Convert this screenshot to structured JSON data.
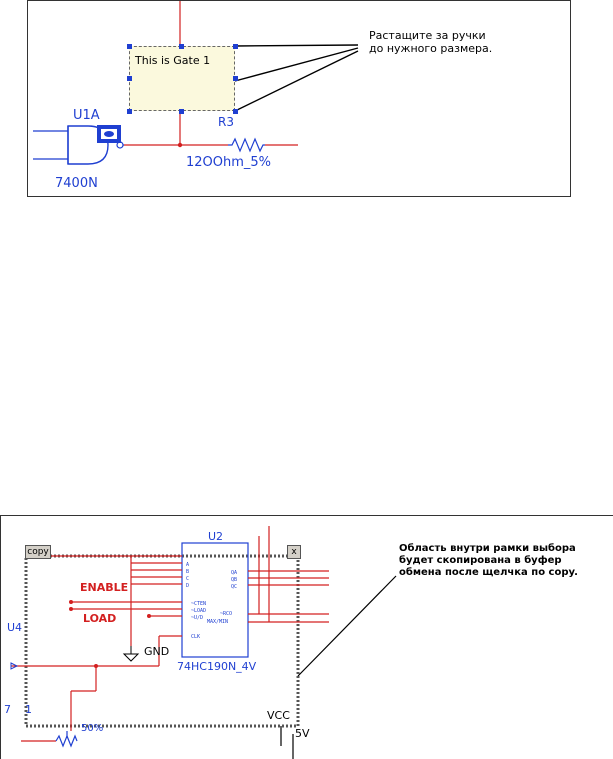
{
  "figure1": {
    "text_box": "This is Gate 1",
    "u1a": "U1A",
    "r3": "R3",
    "gate_part": "7400N",
    "resistor_value": "12OOhm_5%",
    "note_line1": "Растащите за ручки",
    "note_line2": "до нужного размера."
  },
  "figure2": {
    "copy_button": "copy",
    "close_button": "x",
    "u2": "U2",
    "enable": "ENABLE",
    "load": "LOAD",
    "u4": "U4",
    "gnd": "GND",
    "chip_part": "74HC190N_4V",
    "vcc": "VCC",
    "v5": "5V",
    "u_num": "7",
    "u_num2": "1",
    "pot": "50%",
    "note_line1": "Область внутри рамки выбора",
    "note_line2": "будет скопирована в буфер",
    "note_line3": "обмена после щелчка по copy."
  }
}
